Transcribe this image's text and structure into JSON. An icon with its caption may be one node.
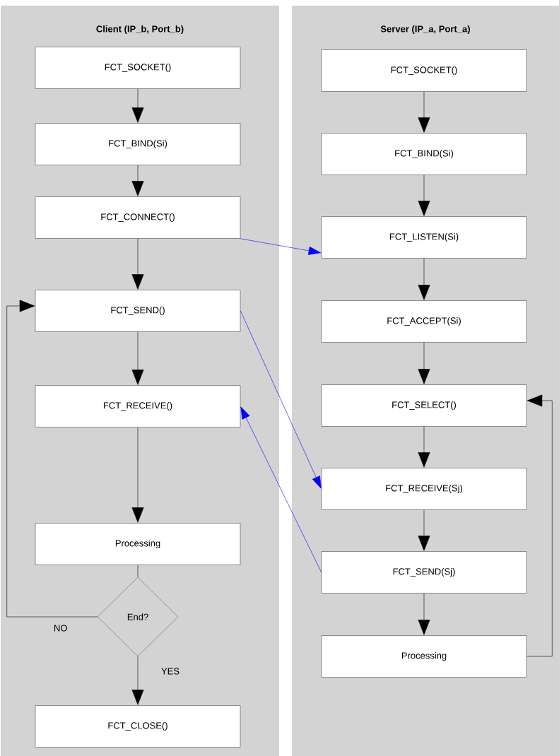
{
  "diagram": {
    "nodes": [
      {
        "text": [
          "Client (IP_b, Port_b)"
        ]
      },
      {
        "text": [
          "FCT_SOCKET()"
        ],
        "in": 0
      },
      {
        "text": [
          "FCT_BIND(Si)"
        ],
        "in": 0
      },
      {
        "text": [
          "FCT_CONNECT()"
        ],
        "in": 0
      },
      {
        "text": [
          "FCT_SEND()"
        ],
        "in": 0
      },
      {
        "text": [
          "FCT_RECEIVE()"
        ],
        "in": 0
      },
      {
        "text": [
          "Processing"
        ],
        "in": 0
      },
      {
        "text": [
          "End?"
        ],
        "in": 0
      },
      {
        "text": [
          "FCT_CLOSE()"
        ],
        "in": 0
      },
      {
        "text": [
          "Server (IP_a, Port_a)"
        ]
      },
      {
        "text": [
          "FCT_SOCKET()"
        ],
        "in": 9
      },
      {
        "text": [
          "FCT_BIND(Si)"
        ],
        "in": 9
      },
      {
        "text": [
          "FCT_LISTEN(Si)"
        ],
        "in": 9
      },
      {
        "text": [
          "FCT_ACCEPT(Si)"
        ],
        "in": 9
      },
      {
        "text": [
          "FCT_SELECT()"
        ],
        "in": 9
      },
      {
        "text": [
          "FCT_RECEIVE(Sj)"
        ],
        "in": 9
      },
      {
        "text": [
          "FCT_SEND(Sj)"
        ],
        "in": 9
      },
      {
        "text": [
          "Processing"
        ],
        "in": 9
      }
    ],
    "edges": [
      {
        "from": 1,
        "to": 2,
        "arrow": "to"
      },
      {
        "from": 2,
        "to": 3,
        "arrow": "to"
      },
      {
        "from": 3,
        "to": 4,
        "arrow": "to"
      },
      {
        "from": 4,
        "to": 5,
        "arrow": "to"
      },
      {
        "from": 5,
        "to": 6,
        "arrow": "to"
      },
      {
        "from": 6,
        "to": 7,
        "arrow": "none"
      },
      {
        "from": 7,
        "to": 8,
        "arrow": "to",
        "label": "YES"
      },
      {
        "from": 7,
        "to": 4,
        "arrow": "to",
        "label": "NO"
      },
      {
        "from": 10,
        "to": 11,
        "arrow": "to"
      },
      {
        "from": 11,
        "to": 12,
        "arrow": "to"
      },
      {
        "from": 12,
        "to": 13,
        "arrow": "to"
      },
      {
        "from": 13,
        "to": 14,
        "arrow": "to"
      },
      {
        "from": 14,
        "to": 15,
        "arrow": "to"
      },
      {
        "from": 15,
        "to": 16,
        "arrow": "to"
      },
      {
        "from": 16,
        "to": 17,
        "arrow": "to"
      },
      {
        "from": 17,
        "to": 14,
        "arrow": "to"
      },
      {
        "from": 3,
        "to": 12,
        "arrow": "to",
        "color": "#0000ff"
      },
      {
        "from": 4,
        "to": 15,
        "arrow": "to",
        "color": "#0000ff"
      },
      {
        "from": 16,
        "to": 5,
        "arrow": "to",
        "color": "#0000ff"
      }
    ]
  }
}
